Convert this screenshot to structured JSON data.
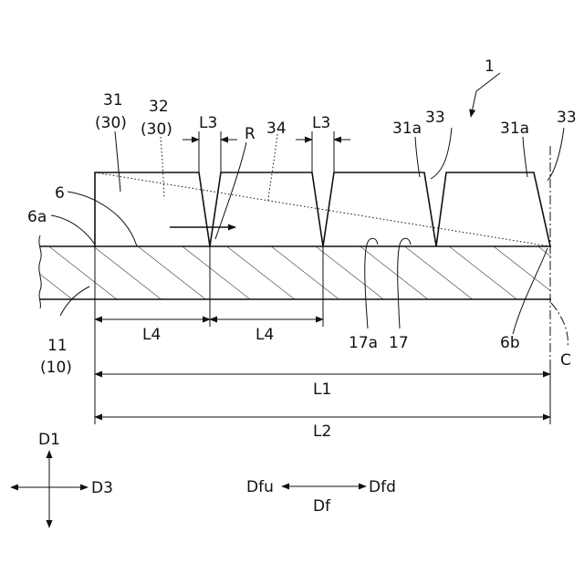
{
  "figure": {
    "ref_main": "1",
    "ref_31": "31",
    "ref_30a": "(30)",
    "ref_32": "32",
    "ref_30b": "(30)",
    "ref_6": "6",
    "ref_6a": "6a",
    "ref_l3_left": "L3",
    "ref_l3_right": "L3",
    "ref_r": "R",
    "ref_34": "34",
    "ref_31a_left": "31a",
    "ref_33_left": "33",
    "ref_31a_right": "31a",
    "ref_33_right": "33",
    "ref_17a": "17a",
    "ref_17": "17",
    "ref_6b": "6b",
    "ref_c": "C",
    "ref_11": "11",
    "ref_10": "(10)",
    "dim_l4_left": "L4",
    "dim_l4_right": "L4",
    "dim_l1": "L1",
    "dim_l2": "L2",
    "dir_d1": "D1",
    "dir_d3": "D3",
    "dir_dfu": "Dfu",
    "dir_dfd": "Dfd",
    "dir_df": "Df"
  }
}
